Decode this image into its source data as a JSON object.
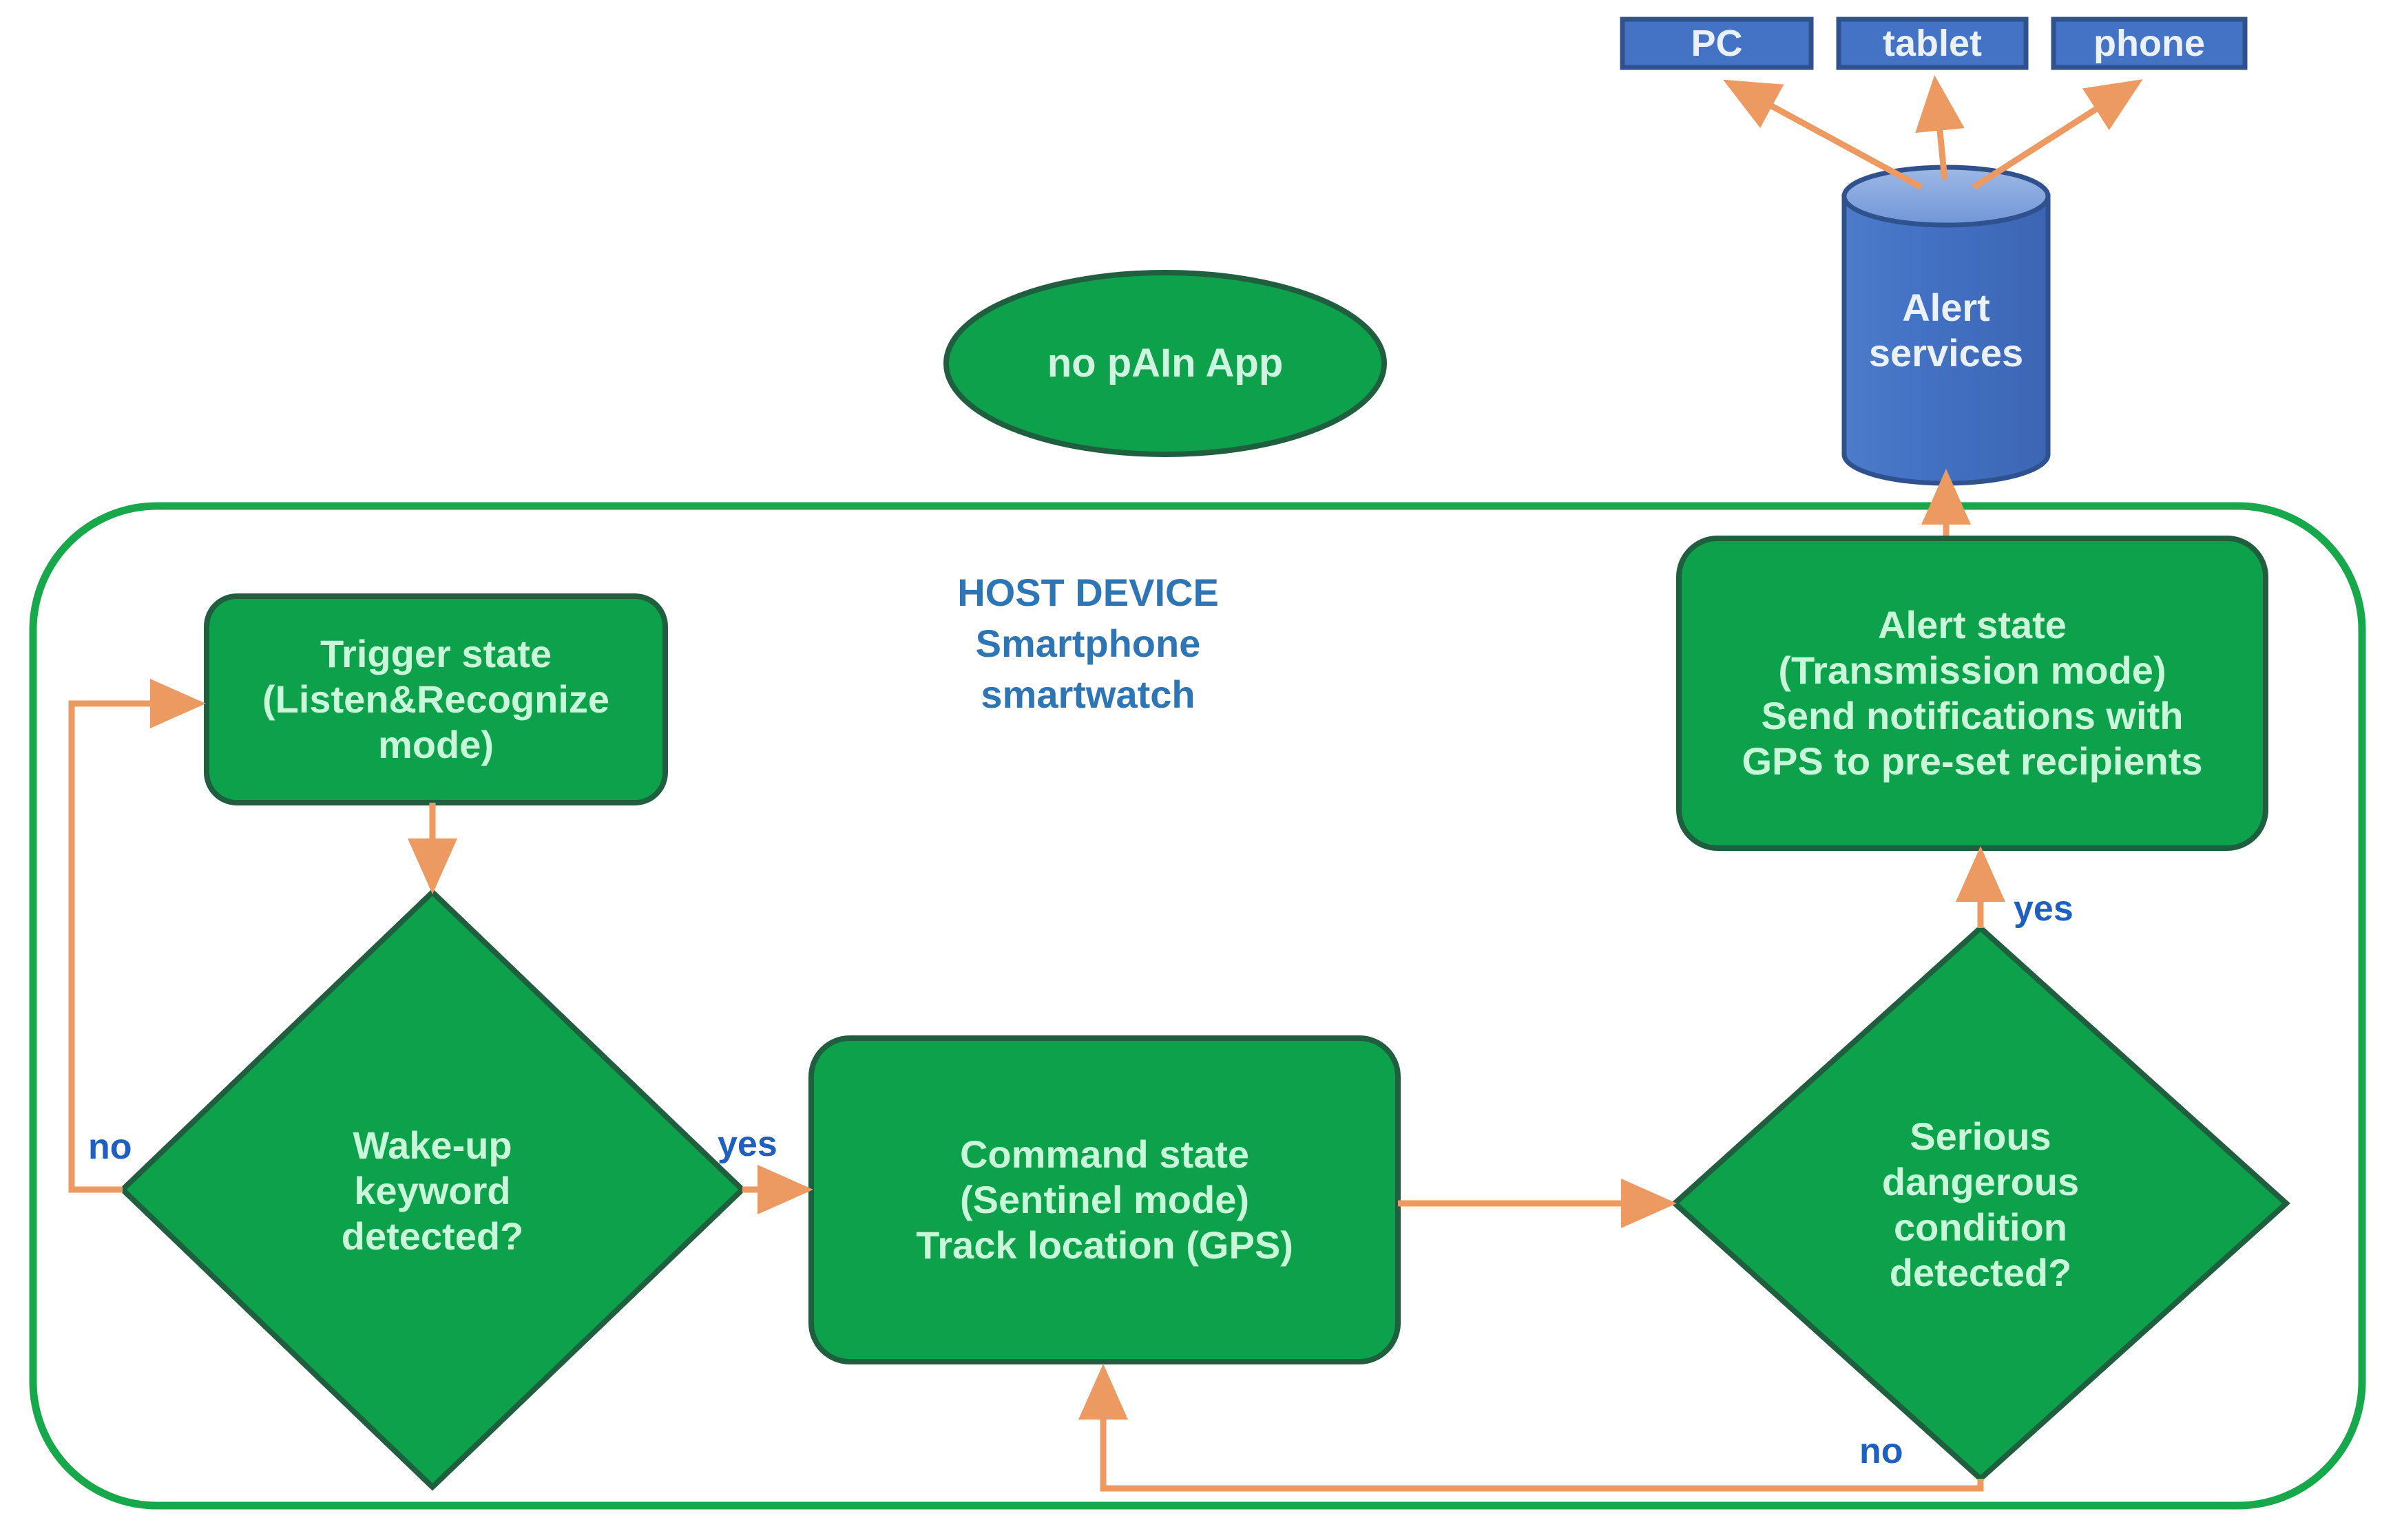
{
  "colors": {
    "green_fill": "#0CA14A",
    "green_border": "#1F5F3F",
    "green_container_border": "#17A84B",
    "blue_fill": "#4472C4",
    "blue_border": "#2F528F",
    "blue_top_fill": "#6E93D6",
    "arrow": "#ED9A62",
    "label_blue": "#1F5FBF",
    "host_label_blue": "#2E75B6",
    "node_text": "#C9F7D9",
    "background": "#FFFFFF"
  },
  "app_ellipse": {
    "label": "no pAIn App"
  },
  "devices": [
    {
      "name": "pc-box",
      "label": "PC"
    },
    {
      "name": "tablet-box",
      "label": "tablet"
    },
    {
      "name": "phone-box",
      "label": "phone"
    }
  ],
  "cylinder": {
    "line1": "Alert",
    "line2": "services"
  },
  "host_device": {
    "line1": "HOST DEVICE",
    "line2": "Smartphone",
    "line3": "smartwatch"
  },
  "nodes": {
    "trigger_state": {
      "line1": "Trigger state",
      "line2": "(Listen&Recognize",
      "line3": "mode)"
    },
    "wakeup_decision": {
      "line1": "Wake-up",
      "line2": "keyword",
      "line3": "detected?"
    },
    "command_state": {
      "line1": "Command state",
      "line2": "(Sentinel mode)",
      "line3": "Track location (GPS)"
    },
    "alert_state": {
      "line1": "Alert state",
      "line2": "(Transmission mode)",
      "line3": "Send notifications with",
      "line4": "GPS to pre-set recipients"
    },
    "danger_decision": {
      "line1": "Serious",
      "line2": "dangerous",
      "line3": "condition",
      "line4": "detected?"
    }
  },
  "edge_labels": {
    "wakeup_no": "no",
    "wakeup_yes": "yes",
    "danger_yes": "yes",
    "danger_no": "no"
  }
}
